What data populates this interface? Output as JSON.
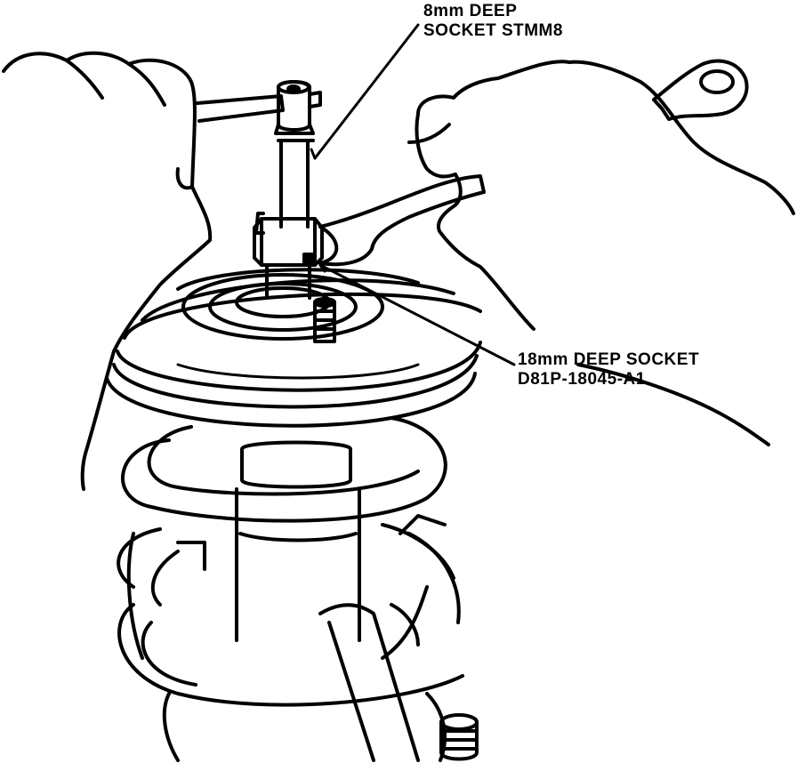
{
  "callouts": {
    "socket_8mm": {
      "line1": "8mm DEEP",
      "line2": "SOCKET STMM8"
    },
    "socket_18mm": {
      "line1": "18mm DEEP SOCKET",
      "line2": "D81P-18045-A1"
    }
  },
  "colors": {
    "ink": "#000000",
    "paper": "#ffffff"
  }
}
